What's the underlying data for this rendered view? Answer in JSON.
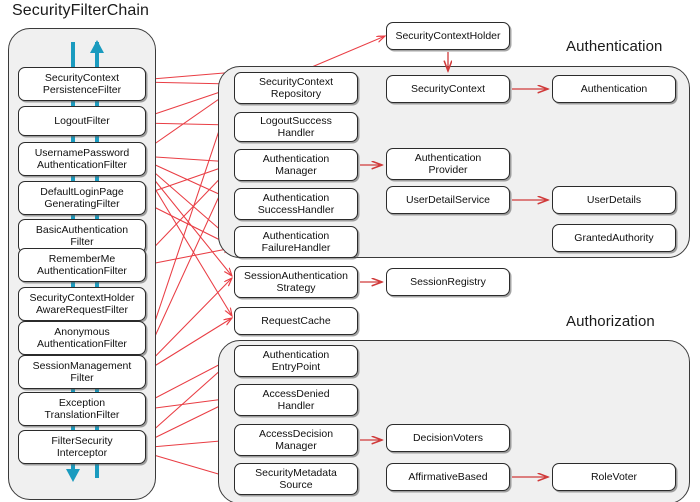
{
  "diagram": {
    "title": "SecurityFilterChain",
    "accent_red": "#e8333a",
    "accent_teal": "#1a9bbf",
    "panel_fill": "#f0f0f0",
    "node_fill": "#ffffff",
    "border_color": "#2b2b2b"
  },
  "sections": {
    "filter_chain_label": "SecurityFilterChain",
    "authentication_label": "Authentication",
    "authorization_label": "Authorization"
  },
  "filter_chain": {
    "items": [
      {
        "label": "SecurityContext\nPersistenceFilter"
      },
      {
        "label": "LogoutFilter"
      },
      {
        "label": "UsernamePassword\nAuthenticationFilter"
      },
      {
        "label": "DefaultLoginPage\nGeneratingFilter"
      },
      {
        "label": "BasicAuthentication\nFilter"
      },
      {
        "label": "RememberMe\nAuthenticationFilter"
      },
      {
        "label": "SecurityContextHolder\nAwareRequestFilter"
      },
      {
        "label": "Anonymous\nAuthenticationFilter"
      },
      {
        "label": "SessionManagement\nFilter"
      },
      {
        "label": "Exception\nTranslationFilter"
      },
      {
        "label": "FilterSecurity\nInterceptor"
      }
    ],
    "flow_up_icon": "arrow-up-icon",
    "flow_down_icon": "arrow-down-icon"
  },
  "authentication_group": {
    "items": [
      {
        "label": "SecurityContext\nRepository"
      },
      {
        "label": "LogoutSuccess\nHandler"
      },
      {
        "label": "Authentication\nManager"
      },
      {
        "label": "Authentication\nSuccessHandler"
      },
      {
        "label": "Authentication\nFailureHandler"
      }
    ],
    "right_items": [
      {
        "label": "SecurityContext"
      },
      {
        "label": "Authentication"
      },
      {
        "label": "Authentication\nProvider"
      },
      {
        "label": "UserDetailService"
      },
      {
        "label": "UserDetails"
      },
      {
        "label": "GrantedAuthority"
      }
    ]
  },
  "standalone": {
    "items": [
      {
        "label": "SecurityContextHolder"
      },
      {
        "label": "SessionAuthentication\nStrategy"
      },
      {
        "label": "RequestCache"
      },
      {
        "label": "SessionRegistry"
      }
    ]
  },
  "authorization_group": {
    "items": [
      {
        "label": "Authentication\nEntryPoint"
      },
      {
        "label": "AccessDenied\nHandler"
      },
      {
        "label": "AccessDecision\nManager"
      },
      {
        "label": "SecurityMetadata\nSource"
      }
    ],
    "right_items": [
      {
        "label": "DecisionVoters"
      },
      {
        "label": "AffirmativeBased"
      },
      {
        "label": "RoleVoter"
      }
    ]
  }
}
